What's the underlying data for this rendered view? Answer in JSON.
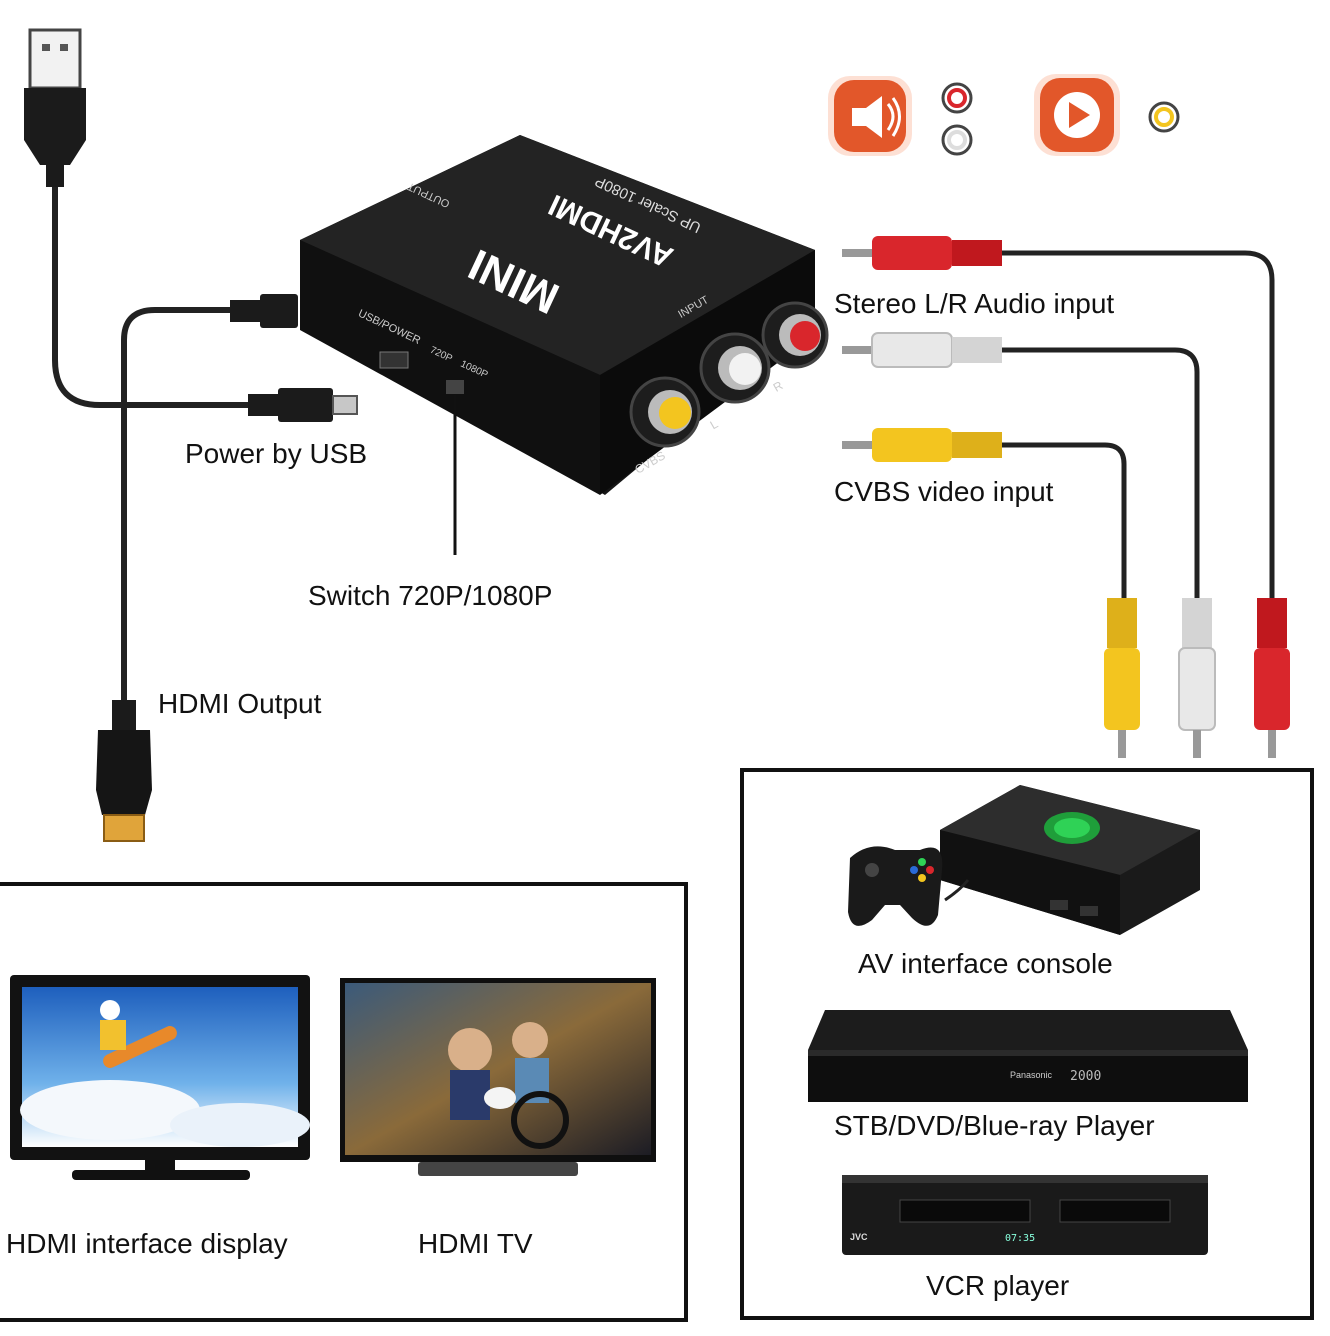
{
  "labels": {
    "power": "Power by USB",
    "switch": "Switch 720P/1080P",
    "hdmi_output": "HDMI Output",
    "stereo_input": "Stereo L/R Audio input",
    "cvbs_input": "CVBS video input"
  },
  "device": {
    "brand": "MINI",
    "model": "AV2HDMI",
    "subtitle": "UP Scaler 1080P",
    "output_label": "OUTPUT",
    "input_label": "INPUT",
    "usb_label": "USB/POWER",
    "res_720": "720P",
    "res_1080": "1080P",
    "port_cvbs": "CVBS",
    "port_l": "L",
    "port_r": "R"
  },
  "outputs": {
    "display_label": "HDMI interface display",
    "tv_label": "HDMI TV"
  },
  "sources": {
    "console_label": "AV interface console",
    "player_label": "STB/DVD/Blue-ray Player",
    "vcr_label": "VCR player",
    "player_brand": "Panasonic",
    "player_display": "2000",
    "vcr_brand": "JVC",
    "vcr_display": "07:35"
  },
  "colors": {
    "audio_red": "#d9262c",
    "audio_white": "#e8e8e8",
    "video_yellow": "#f3c51f",
    "icon_orange": "#e2572a",
    "device_black": "#161616"
  },
  "icons": [
    "speaker-icon",
    "play-icon"
  ]
}
